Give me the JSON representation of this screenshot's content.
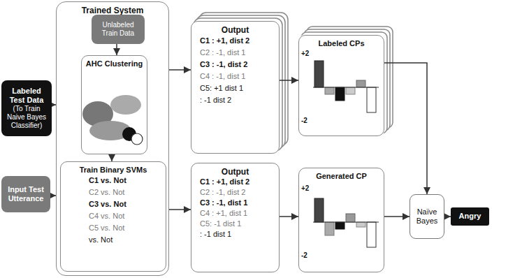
{
  "diagram": {
    "nodes": [
      {
        "text": [
          "Labeled Test Data",
          "(To Train Naive Bayes Classifier)"
        ]
      },
      {
        "text": [
          "Input Test Utterance"
        ]
      },
      {
        "text": [
          "Trained System"
        ]
      },
      {
        "text": [
          "Unlabeled Train Data"
        ],
        "in": 2
      },
      {
        "text": [
          "AHC Clustering"
        ],
        "in": 2
      },
      {
        "text": [
          "Train Binary SVMs",
          "C1 vs. Not",
          "C2 vs. Not",
          "C3 vs. Not",
          "C4 vs. Not",
          "C5 vs. Not",
          "vs. Not"
        ],
        "in": 2
      },
      {
        "text": [
          "Output",
          "C1 : +1, dist 2",
          "C2 : -1, dist 1",
          "C3 : -1, dist 2",
          "C4 : -1, dist 1",
          "C5: +1 dist 1",
          ": -1 dist 2"
        ]
      },
      {
        "text": [
          "Labeled CPs"
        ]
      },
      {
        "text": [
          "Output",
          "C1 : +1, dist 2",
          "C2 : -1, dist 2",
          "C3 : -1, dist 1",
          "C4 : +1, dist 1",
          "C5: -1 dist 1",
          ": -1 dist 1"
        ]
      },
      {
        "text": [
          "Generated CP"
        ]
      },
      {
        "text": [
          "Naïve Bayes"
        ]
      },
      {
        "text": [
          "Angry"
        ]
      }
    ],
    "edges": [
      {
        "from": 0,
        "to": 2,
        "arrow": "to"
      },
      {
        "from": 1,
        "to": 2,
        "arrow": "to"
      },
      {
        "from": 3,
        "to": 4,
        "arrow": "to"
      },
      {
        "from": 4,
        "to": 5,
        "arrow": "to"
      },
      {
        "from": 2,
        "to": 6,
        "arrow": "to"
      },
      {
        "from": 2,
        "to": 8,
        "arrow": "to"
      },
      {
        "from": 6,
        "to": 7,
        "arrow": "to"
      },
      {
        "from": 8,
        "to": 9,
        "arrow": "to"
      },
      {
        "from": 7,
        "to": 10,
        "arrow": "to"
      },
      {
        "from": 9,
        "to": 10,
        "arrow": "to"
      },
      {
        "from": 10,
        "to": 11,
        "arrow": "to"
      }
    ],
    "labels": [
      "+2",
      "-2",
      "+2",
      "-2"
    ]
  }
}
